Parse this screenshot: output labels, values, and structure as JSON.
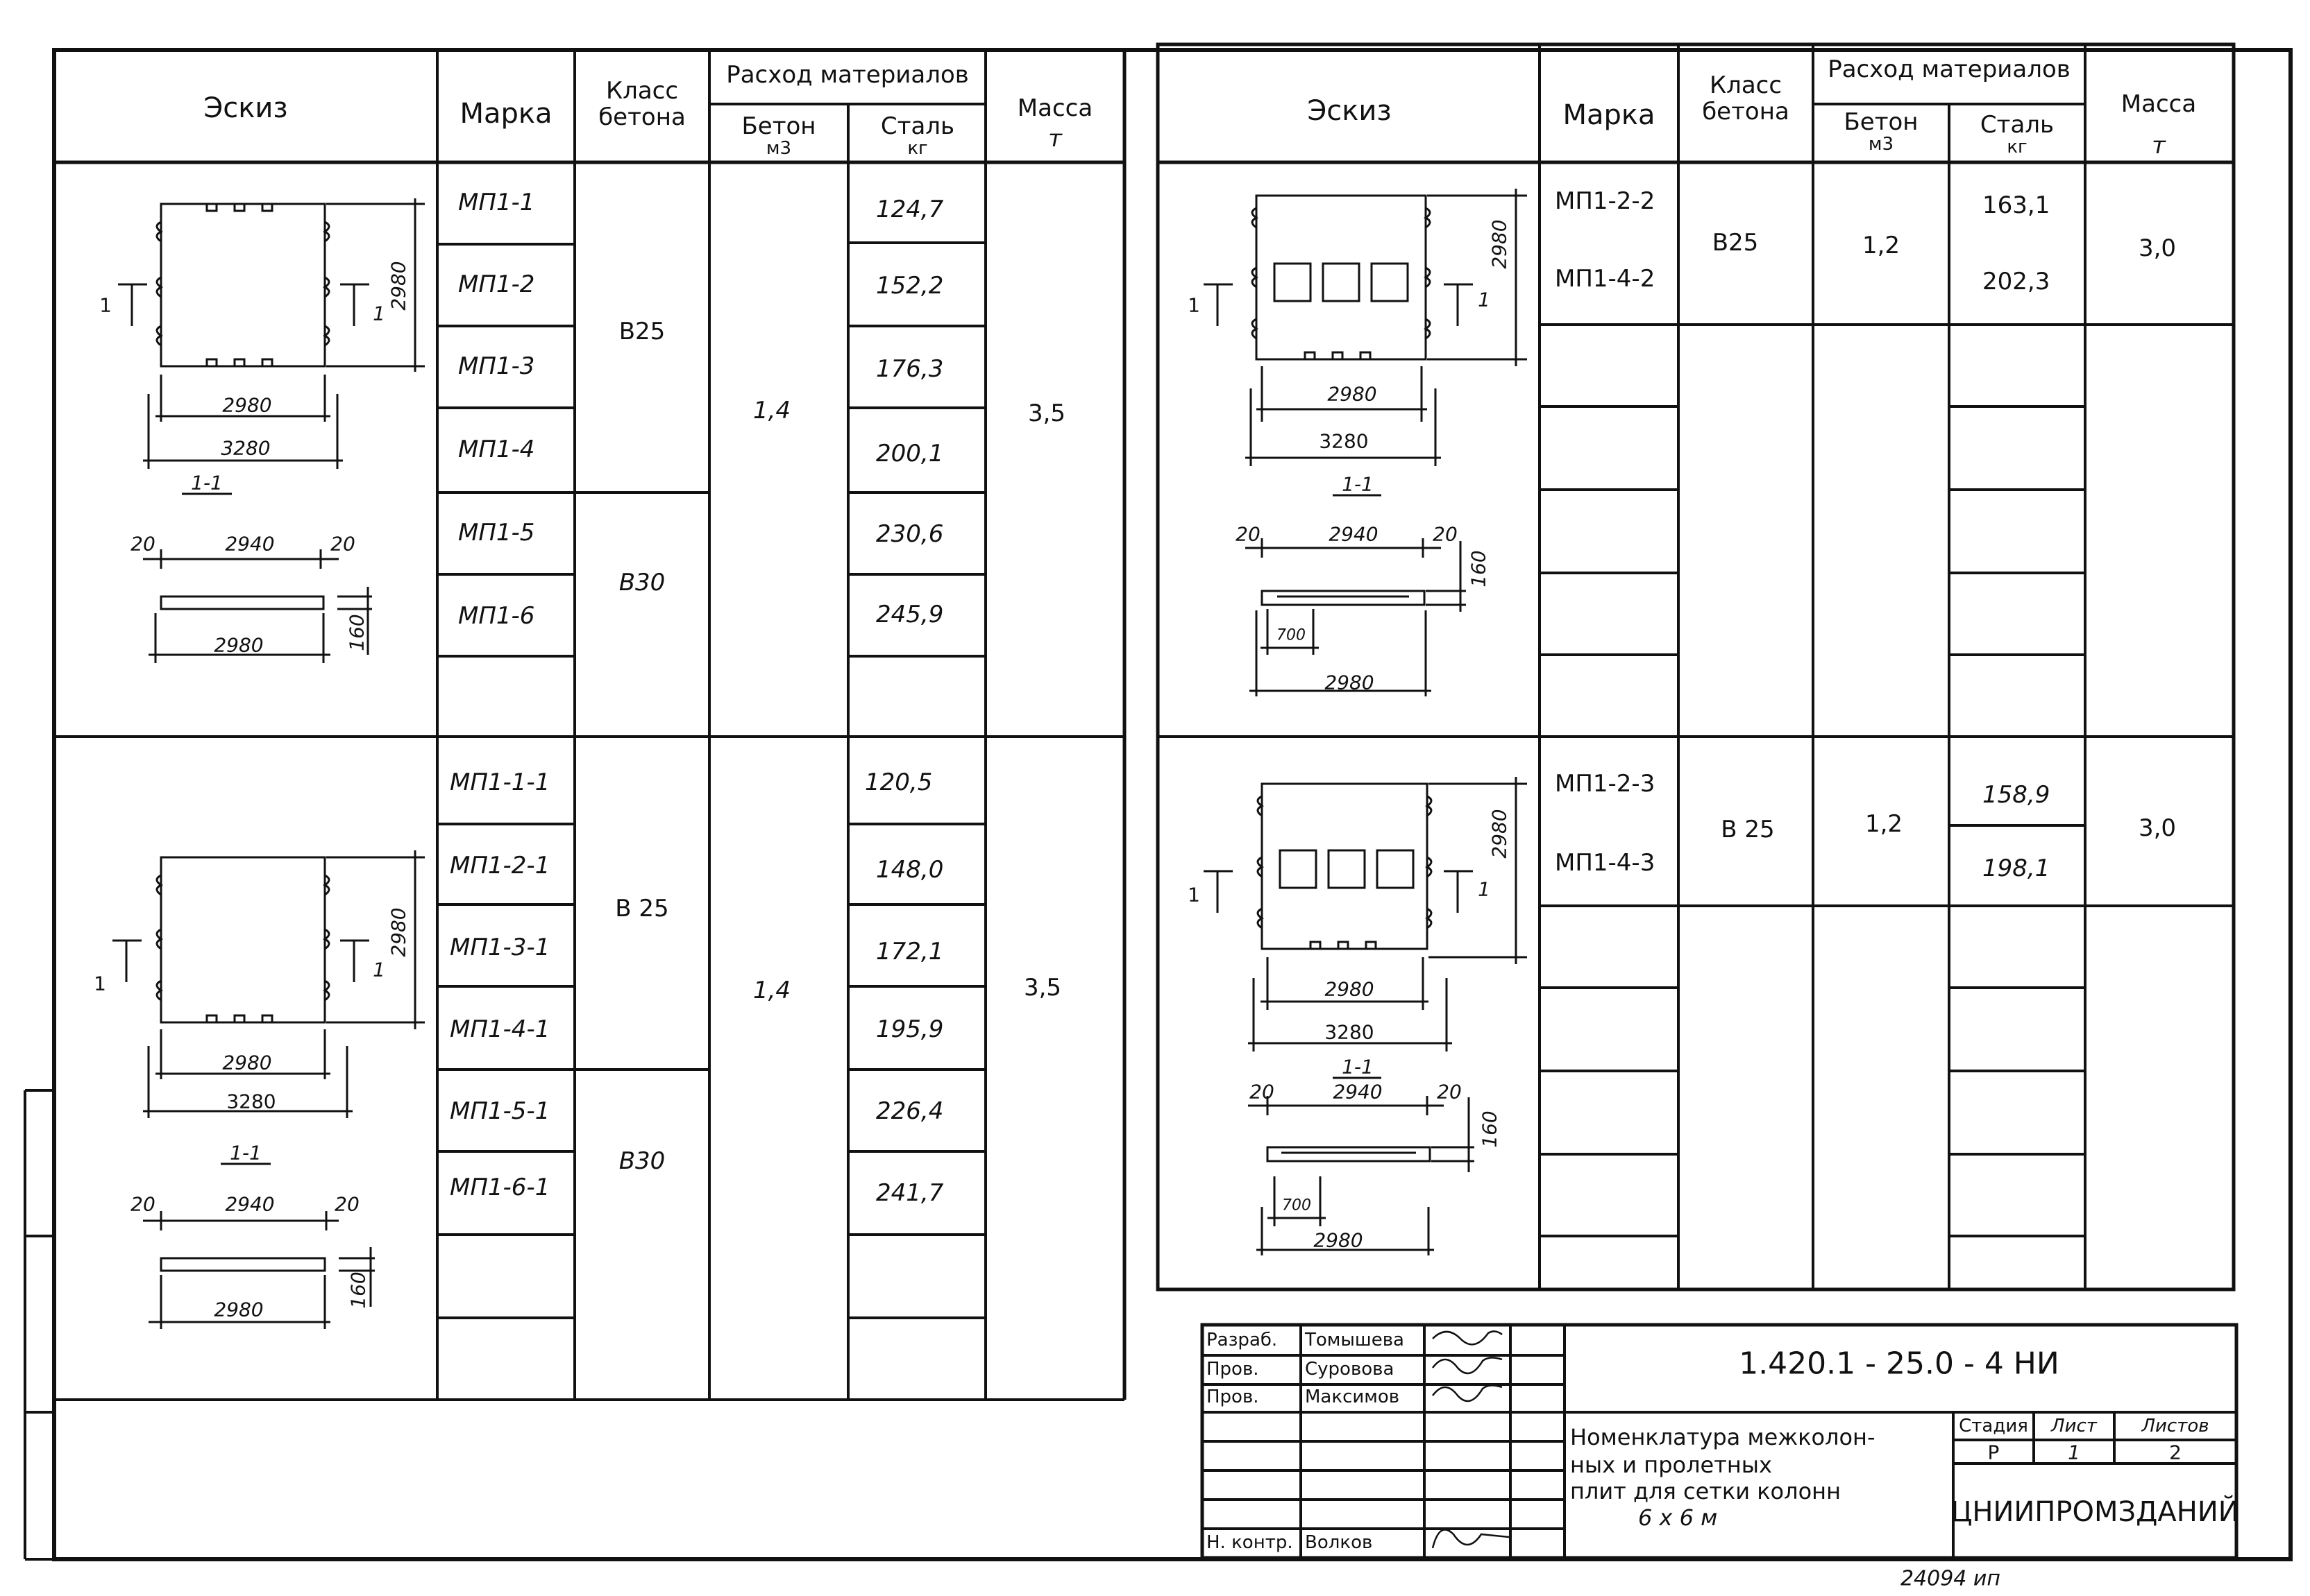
{
  "headers": {
    "sketch": "Эскиз",
    "mark": "Марка",
    "concrete_class": "Класс бетона",
    "consumption": "Расход материалов",
    "concrete": "Бетон",
    "concrete_unit": "м3",
    "steel": "Сталь",
    "steel_unit": "кг",
    "mass": "Масса",
    "mass_unit": "т"
  },
  "left_table": {
    "group1": {
      "rows": [
        {
          "mark": "МП1-1",
          "steel": "124,7"
        },
        {
          "mark": "МП1-2",
          "steel": "152,2"
        },
        {
          "mark": "МП1-3",
          "steel": "176,3"
        },
        {
          "mark": "МП1-4",
          "steel": "200,1"
        },
        {
          "mark": "МП1-5",
          "steel": "230,6"
        },
        {
          "mark": "МП1-6",
          "steel": "245,9"
        }
      ],
      "class_a": "В25",
      "class_b": "В30",
      "concrete": "1,4",
      "mass": "3,5"
    },
    "group2": {
      "rows": [
        {
          "mark": "МП1-1-1",
          "steel": "120,5"
        },
        {
          "mark": "МП1-2-1",
          "steel": "148,0"
        },
        {
          "mark": "МП1-3-1",
          "steel": "172,1"
        },
        {
          "mark": "МП1-4-1",
          "steel": "195,9"
        },
        {
          "mark": "МП1-5-1",
          "steel": "226,4"
        },
        {
          "mark": "МП1-6-1",
          "steel": "241,7"
        }
      ],
      "class_a": "В 25",
      "class_b": "В30",
      "concrete": "1,4",
      "mass": "3,5"
    }
  },
  "right_table": {
    "group1": {
      "rows": [
        {
          "mark": "МП1-2-2",
          "steel": "163,1"
        },
        {
          "mark": "МП1-4-2",
          "steel": "202,3"
        }
      ],
      "class": "В25",
      "concrete": "1,2",
      "mass": "3,0"
    },
    "group2": {
      "rows": [
        {
          "mark": "МП1-2-3",
          "steel": "158,9"
        },
        {
          "mark": "МП1-4-3",
          "steel": "198,1"
        }
      ],
      "class": "В 25",
      "concrete": "1,2",
      "mass": "3,0"
    }
  },
  "sketch_dims": {
    "height": "2980",
    "width_inner": "2980",
    "width_outer": "3280",
    "section_label": "1-1",
    "section_mark": "1",
    "edge": "20",
    "section_inner": "2940",
    "section_len": "2980",
    "thickness": "160",
    "void_step": "700"
  },
  "title_block": {
    "roles": [
      "Разраб.",
      "Пров.",
      "Пров.",
      "Н. контр."
    ],
    "names": [
      "Томышева",
      "Суровова",
      "Максимов",
      "Волков"
    ],
    "doc_code": "1.420.1 - 25.0 - 4 НИ",
    "doc_title": [
      "Номенклатура межколон-",
      "ных и пролетных",
      "плит для сетки колонн",
      "6 х 6 м"
    ],
    "stage_label": "Стадия",
    "sheet_label": "Лист",
    "sheets_label": "Листов",
    "stage": "Р",
    "sheet": "1",
    "sheets": "2",
    "org": "ЦНИИПРОМЗДАНИЙ"
  },
  "footer_number": "24094 ип"
}
